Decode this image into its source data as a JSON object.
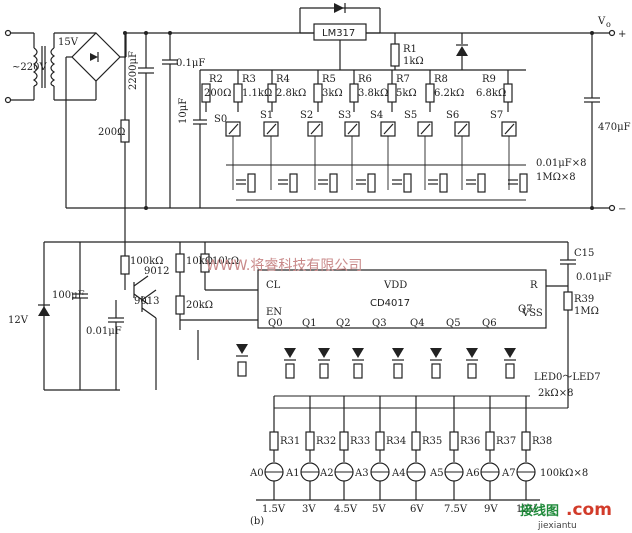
{
  "labels": {
    "mains": "~220V",
    "transformer_secondary": "15V",
    "cap_2200": "2200μF",
    "cap_01_top": "0.1μF",
    "cap_10": "10μF",
    "r_200": "200Ω",
    "regulator": "LM317",
    "r1": "R1",
    "r1_val": "1kΩ",
    "vout": "V",
    "vout_sub": "o",
    "plus": "+",
    "minus": "−",
    "cap_470": "470μF",
    "s0": "S0",
    "cap_array": "0.01μF×8",
    "res_array": "1MΩ×8",
    "zener_12v": "12V",
    "cap_100": "100μF",
    "cap_001": "0.01μF",
    "r_100k": "100kΩ",
    "r_10k_a": "10kΩ",
    "r_10k_b": "10kΩ",
    "r_20k": "20kΩ",
    "q_9012": "9012",
    "q_9013": "9013",
    "watermark": "WWW.将睿科技有限公司",
    "ic": "CD4017",
    "cl": "CL",
    "vdd": "VDD",
    "en": "EN",
    "r_pin": "R",
    "vss": "VSS",
    "c15": "C15",
    "c15_val": "0.01μF",
    "r39": "R39",
    "r39_val": "1MΩ",
    "led_note": "LED0～LED7",
    "led_res": "2kΩ×8",
    "r100k_8": "100kΩ×8",
    "fig": "(b)",
    "logo_a": "接线图",
    "logo_b": ".com",
    "logo_url": "jiexiantu"
  },
  "top_resistors": [
    {
      "name": "R2",
      "value": "200Ω"
    },
    {
      "name": "R3",
      "value": "1.1kΩ"
    },
    {
      "name": "R4",
      "value": "2.8kΩ"
    },
    {
      "name": "R5",
      "value": "3kΩ"
    },
    {
      "name": "R6",
      "value": "3.8kΩ"
    },
    {
      "name": "R7",
      "value": "5kΩ"
    },
    {
      "name": "R8",
      "value": "6.2kΩ"
    },
    {
      "name": "R9",
      "value": "6.8kΩ"
    }
  ],
  "switches": [
    "S1",
    "S2",
    "S3",
    "S4",
    "S5",
    "S6",
    "S7"
  ],
  "q_pins": [
    "Q0",
    "Q1",
    "Q2",
    "Q3",
    "Q4",
    "Q5",
    "Q6",
    "Q7"
  ],
  "bottom_resistors": [
    "R31",
    "R32",
    "R33",
    "R34",
    "R35",
    "R36",
    "R37",
    "R38"
  ],
  "lamps": [
    "A0",
    "A1",
    "A2",
    "A3",
    "A4",
    "A5",
    "A6",
    "A7"
  ],
  "voltages": [
    "1.5V",
    "3V",
    "4.5V",
    "5V",
    "6V",
    "7.5V",
    "9V",
    "12V"
  ]
}
